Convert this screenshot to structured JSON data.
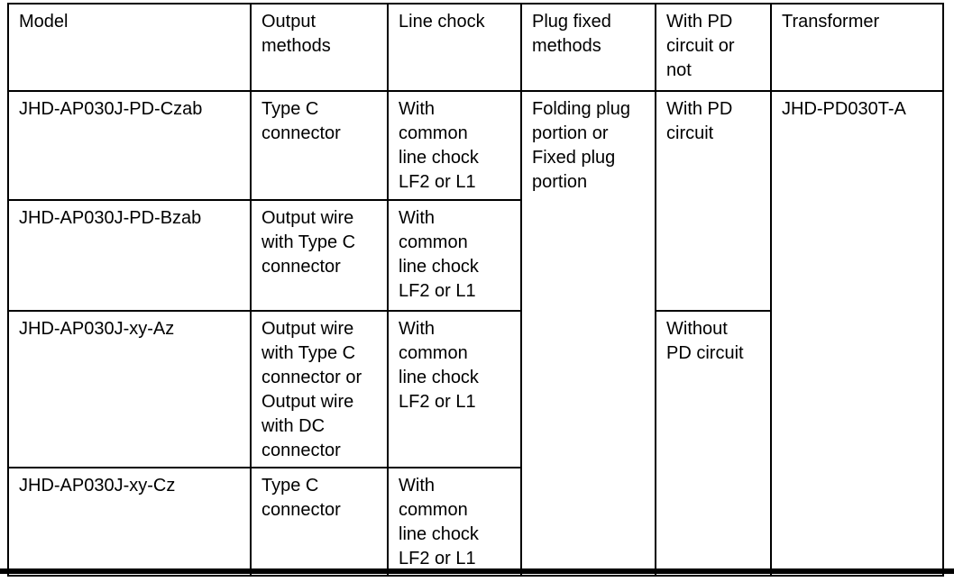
{
  "page": {
    "background_color": "#ffffff",
    "border_color": "#000000",
    "text_color": "#000000"
  },
  "table": {
    "headers": {
      "model": "Model",
      "output_methods": "Output\nmethods",
      "line_chock": "Line chock",
      "plug_fixed_methods": "Plug fixed\nmethods",
      "pd_circuit": "With PD\ncircuit or\nnot",
      "transformer": "Transformer"
    },
    "rows": [
      {
        "model": "JHD-AP030J-PD-Czab",
        "output_method": "Type C\nconnector",
        "line_chock": "With\ncommon\nline chock\nLF2 or L1"
      },
      {
        "model": "JHD-AP030J-PD-Bzab",
        "output_method": "Output wire\nwith Type C\nconnector",
        "line_chock": "With\ncommon\nline chock\nLF2 or L1"
      },
      {
        "model": "JHD-AP030J-xy-Az",
        "output_method": "Output wire\nwith Type C\nconnector or\nOutput wire\nwith DC\nconnector",
        "line_chock": "With\ncommon\nline chock\nLF2 or L1"
      },
      {
        "model": "JHD-AP030J-xy-Cz",
        "output_method": "Type C\nconnector",
        "line_chock": "With\ncommon\nline chock\nLF2 or L1"
      }
    ],
    "merged_cells": {
      "plug_fixed_methods": "Folding plug\nportion or\nFixed plug\nportion",
      "with_pd_circuit": "With PD\ncircuit",
      "without_pd_circuit": "Without\nPD circuit",
      "transformer": "JHD-PD030T-A"
    }
  }
}
